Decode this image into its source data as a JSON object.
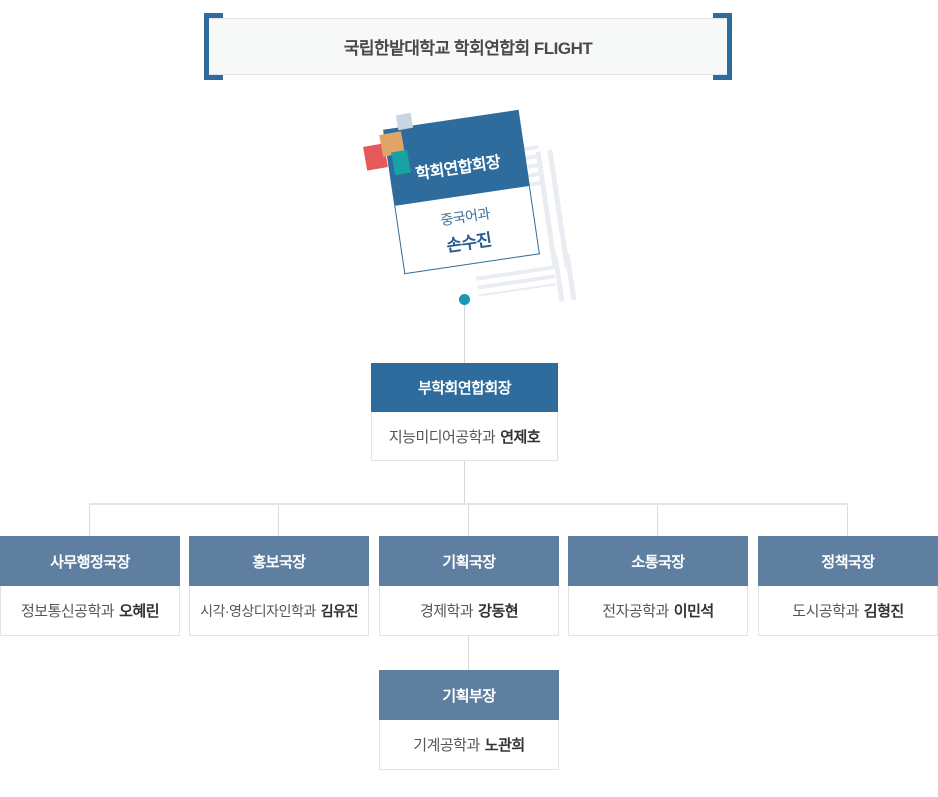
{
  "title": {
    "text": "국립한밭대학교 학회연합회 FLIGHT"
  },
  "president": {
    "role": "학회연합회장",
    "dept": "중국어과",
    "name": "손수진"
  },
  "vice_president": {
    "role": "부학회연합회장",
    "dept": "지능미디어공학과",
    "name": "연제호"
  },
  "directors": [
    {
      "role": "사무행정국장",
      "dept": "정보통신공학과",
      "name": "오혜린"
    },
    {
      "role": "홍보국장",
      "dept": "시각·영상디자인학과",
      "name": "김유진"
    },
    {
      "role": "기획국장",
      "dept": "경제학과",
      "name": "강동현"
    },
    {
      "role": "소통국장",
      "dept": "전자공학과",
      "name": "이민석"
    },
    {
      "role": "정책국장",
      "dept": "도시공학과",
      "name": "김형진"
    }
  ],
  "sub_director": {
    "role": "기획부장",
    "dept": "기계공학과",
    "name": "노관희"
  },
  "colors": {
    "primary_blue": "#2d6c9d",
    "slate_blue": "#5e7fa0",
    "dot_teal": "#1b97b2",
    "square_red": "#e4595a",
    "square_tan": "#dfa466",
    "square_teal": "#17a3a4",
    "square_light_blue": "#c9d6e1",
    "line_gray": "#dbdce0",
    "banner_bg": "#f7f8f8"
  }
}
